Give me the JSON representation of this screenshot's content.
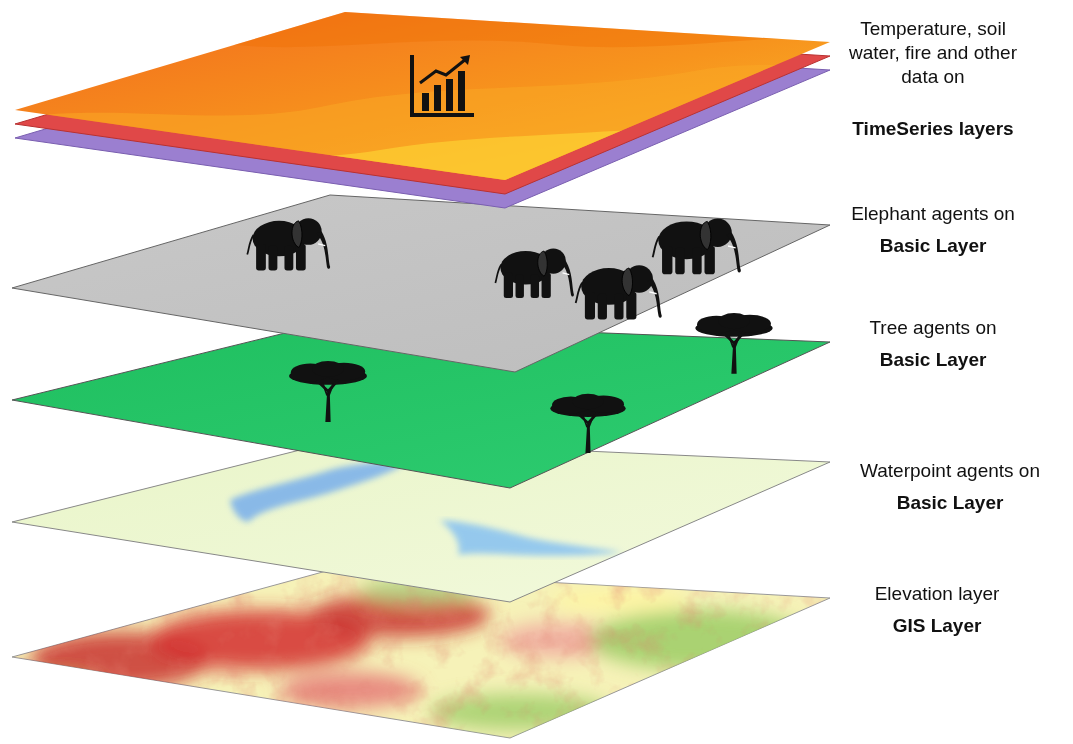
{
  "diagram": {
    "labels": [
      "Temperature, soil water, fire and other data on",
      "TimeSeries layers",
      "Elephant agents on",
      "Basic Layer",
      "Tree agents on",
      "Basic Layer",
      "Waterpoint agents on",
      "Basic Layer",
      "Elevation layer",
      "GIS Layer"
    ]
  }
}
